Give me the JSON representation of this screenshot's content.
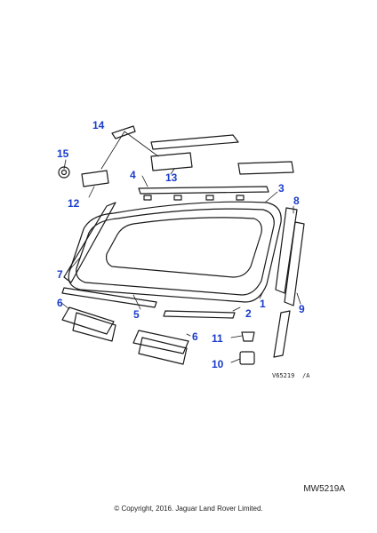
{
  "colors": {
    "callout": "#1a3ccc",
    "line": "#1a1a1a",
    "ink": "#222222"
  },
  "callouts": {
    "c1": "1",
    "c2": "2",
    "c3": "3",
    "c4": "4",
    "c5": "5",
    "c6a": "6",
    "c6b": "6",
    "c7": "7",
    "c8": "8",
    "c9": "9",
    "c10": "10",
    "c11": "11",
    "c12": "12",
    "c13": "13",
    "c14": "14",
    "c15": "15"
  },
  "drawing_ref": {
    "code": "V65219",
    "suffix": "/A"
  },
  "diagram_code": "MW5219A",
  "copyright": "© Copyright, 2016. Jaguar Land Rover Limited."
}
